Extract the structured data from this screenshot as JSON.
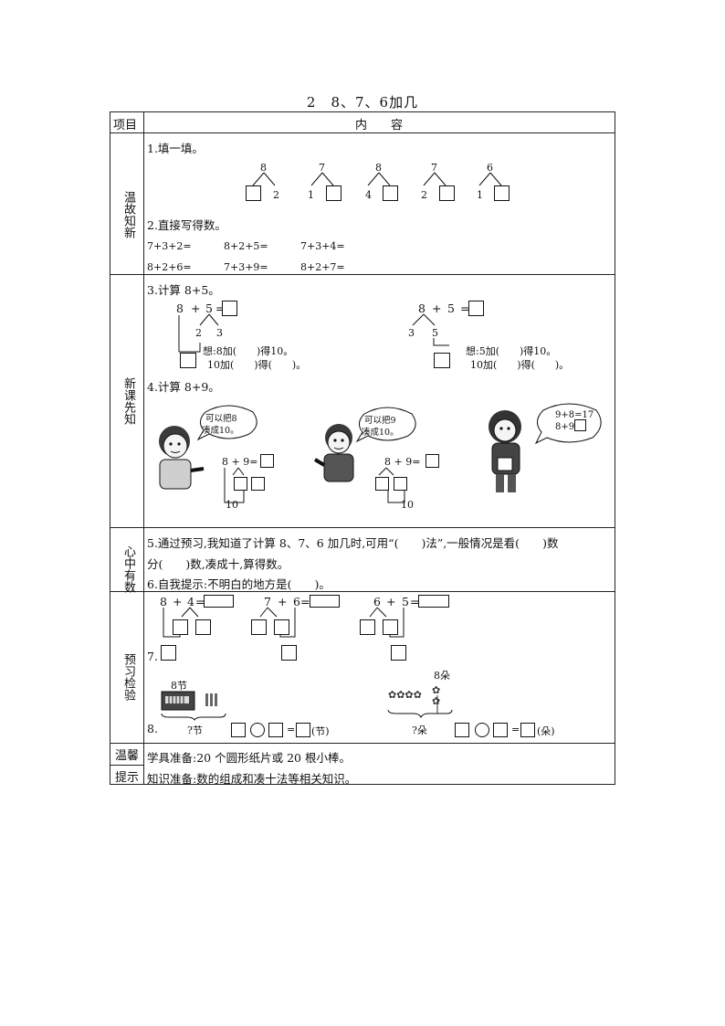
{
  "title": "2　8、7、6加几",
  "header": {
    "col1": "项目",
    "col2": "内　　容"
  },
  "sections": {
    "review": "温故知新",
    "new_lesson": "新课先知",
    "mind": "心中有数",
    "check": "预习检验",
    "tips_1": "温馨",
    "tips_2": "提示"
  },
  "q1": {
    "label": "1.填一填。",
    "items": [
      {
        "top": "8",
        "left": "",
        "right": "2"
      },
      {
        "top": "7",
        "left": "1",
        "right": ""
      },
      {
        "top": "8",
        "left": "4",
        "right": ""
      },
      {
        "top": "7",
        "left": "2",
        "right": ""
      },
      {
        "top": "6",
        "left": "1",
        "right": ""
      }
    ]
  },
  "q2": {
    "label": "2.直接写得数。",
    "rows": [
      [
        "7+3+2=",
        "8+2+5=",
        "7+3+4="
      ],
      [
        "8+2+6=",
        "7+3+9=",
        "8+2+7="
      ]
    ]
  },
  "q3": {
    "label": "3.计算 8+5。",
    "a": {
      "eq_a": "8",
      "plus": "+",
      "eq_b": "5",
      "eq": "=",
      "s1": "2",
      "s2": "3",
      "line1": "想:8加(　　)得10。",
      "line2": "10加(　　)得(　　)。"
    },
    "b": {
      "eq_a": "8",
      "plus": "+",
      "eq_b": "5",
      "eq": "=",
      "s1": "3",
      "s2": "5",
      "line1": "想:5加(　　)得10。",
      "line2": "10加(　　)得(　　)。"
    }
  },
  "q4": {
    "label": "4.计算 8+9。",
    "bubble1": [
      "可以把8",
      "凑成10。"
    ],
    "bubble2": [
      "可以把9",
      "凑成10。"
    ],
    "bubble3": [
      "9+8=17",
      "8+9="
    ],
    "eq1": "8 + 9=",
    "eq2": "8 + 9=",
    "ten1": "10",
    "ten2": "10"
  },
  "q5": {
    "line1": "5.通过预习,我知道了计算 8、7、6 加几时,可用“(　　)法”,一般情况是看(　　)数",
    "line2": "分(　　)数,凑成十,算得数。"
  },
  "q6": {
    "text": "6.自我提示:不明白的地方是(　　)。"
  },
  "q7": {
    "label": "7.",
    "items": [
      {
        "a": "8",
        "plus": "+",
        "b": "4",
        "eq": "="
      },
      {
        "a": "7",
        "plus": "+",
        "b": "6",
        "eq": "="
      },
      {
        "a": "6",
        "plus": "+",
        "b": "5",
        "eq": "="
      }
    ]
  },
  "q8": {
    "label": "8.",
    "left_top": "8节",
    "left_q": "?节",
    "left_unit": "(节)",
    "right_top": "8朵",
    "right_q": "?朵",
    "right_unit": "(朵)",
    "eq": "="
  },
  "tips": {
    "line1": "学具准备:20 个圆形纸片或 20 根小棒。",
    "line2": "知识准备:数的组成和凑十法等相关知识。"
  }
}
